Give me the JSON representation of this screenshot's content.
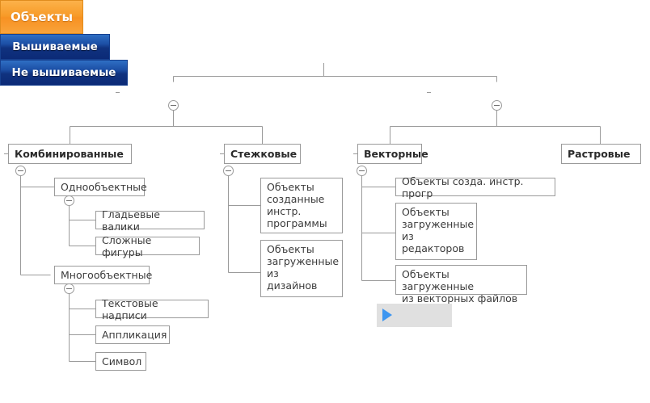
{
  "diagram": {
    "title_root": "Объекты",
    "level1": [
      {
        "label": "Вышиваемые"
      },
      {
        "label": "Не вышиваемые"
      }
    ],
    "level2": [
      {
        "label": "Комбинированные"
      },
      {
        "label": "Стежковые"
      },
      {
        "label": "Векторные"
      },
      {
        "label": "Растровые"
      }
    ],
    "combined_children": [
      {
        "label": "Однообъектные"
      },
      {
        "label": "Многообъектные"
      }
    ],
    "single_object_children": [
      {
        "label": "Гладьевые валики"
      },
      {
        "label": "Сложные фигуры"
      }
    ],
    "multi_object_children": [
      {
        "label": "Текстовые надписи"
      },
      {
        "label": "Аппликация"
      },
      {
        "label": "Символ"
      }
    ],
    "stitch_children": [
      {
        "label": "Объекты\nсозданные\nинстр.\nпрограммы"
      },
      {
        "label": "Объекты\nзагруженные\nиз\nдизайнов"
      }
    ],
    "vector_children": [
      {
        "label": "Объекты созда. инстр. прогр"
      },
      {
        "label": "Объекты\nзагруженные\nиз\nредакторов"
      },
      {
        "label": "Объекты загруженные\nиз векторных файлов"
      }
    ],
    "play_control": {
      "icon": "play-triangle-icon"
    },
    "colors": {
      "root_accent": "#f79122",
      "branch_accent": "#10327f",
      "line": "#9a9a9a",
      "node_text": "#3b3b3b",
      "play_icon": "#3d96f0",
      "play_background": "#e0e0e0"
    }
  }
}
